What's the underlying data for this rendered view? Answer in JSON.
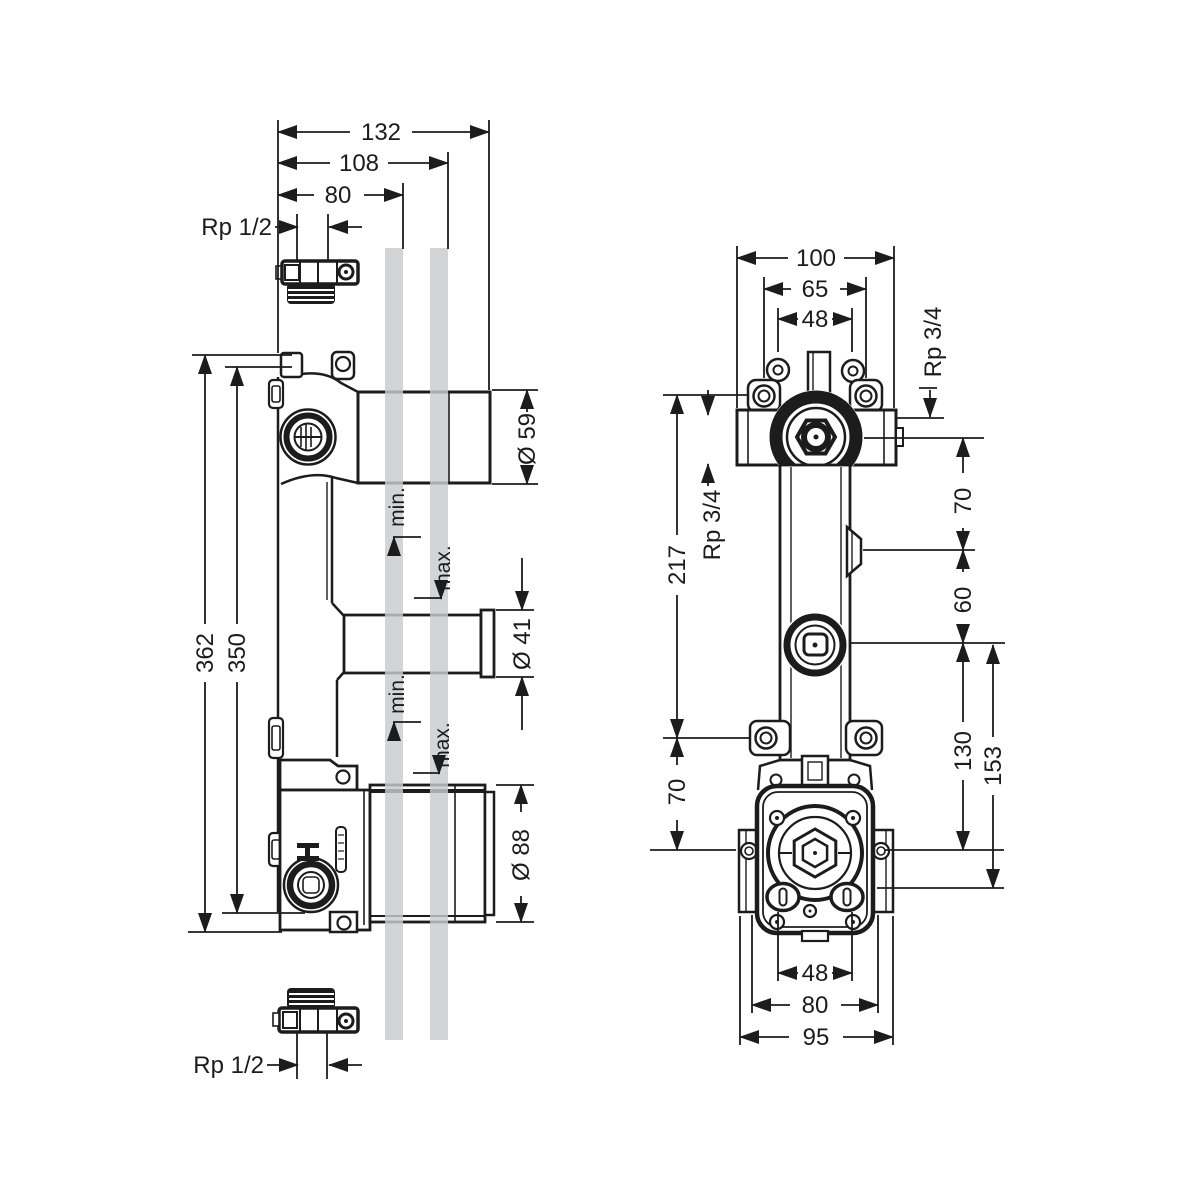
{
  "colors": {
    "line": "#1c1c1c",
    "pipe": "#c9cbcd",
    "background": "#ffffff"
  },
  "left_view": {
    "width_dims": {
      "w132": "132",
      "w108": "108",
      "w80": "80"
    },
    "thread_top": "Rp 1/2",
    "thread_bottom": "Rp 1/2",
    "height_dims": {
      "h362": "362",
      "h350": "350"
    },
    "diameters": {
      "d59": "Ø 59",
      "d41": "Ø 41",
      "d88": "Ø 88"
    },
    "plaster_marks": {
      "min_upper": "min.",
      "max_upper": "max.",
      "min_lower": "min.",
      "max_lower": "max."
    }
  },
  "right_view": {
    "width_dims_top": {
      "w100": "100",
      "w65": "65",
      "w48": "48"
    },
    "thread_left": "Rp 3/4",
    "thread_right": "Rp 3/4",
    "height_dims_left": {
      "h217": "217",
      "h70": "70"
    },
    "height_dims_right": {
      "h70": "70",
      "h60": "60",
      "h130": "130",
      "h153": "153"
    },
    "width_dims_bottom": {
      "w48": "48",
      "w80": "80",
      "w95": "95"
    }
  }
}
